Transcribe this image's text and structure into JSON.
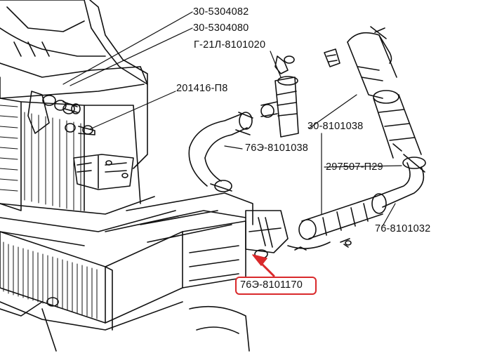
{
  "colors": {
    "ink": "#111111",
    "highlight": "#d9292b",
    "paper": "#ffffff"
  },
  "labels": [
    {
      "id": "p1",
      "text": "30-5304082"
    },
    {
      "id": "p2",
      "text": "30-5304080"
    },
    {
      "id": "p3",
      "text": "Г-21Л-8101020"
    },
    {
      "id": "p4",
      "text": "201416-П8"
    },
    {
      "id": "p5",
      "text": "76Э-8101038"
    },
    {
      "id": "p6",
      "text": "30-8101038"
    },
    {
      "id": "p7",
      "text": "297507-П29"
    },
    {
      "id": "p8",
      "text": "76-8101032"
    },
    {
      "id": "p9",
      "text": "76Э-8101170"
    }
  ],
  "highlighted_part": "76Э-8101170"
}
